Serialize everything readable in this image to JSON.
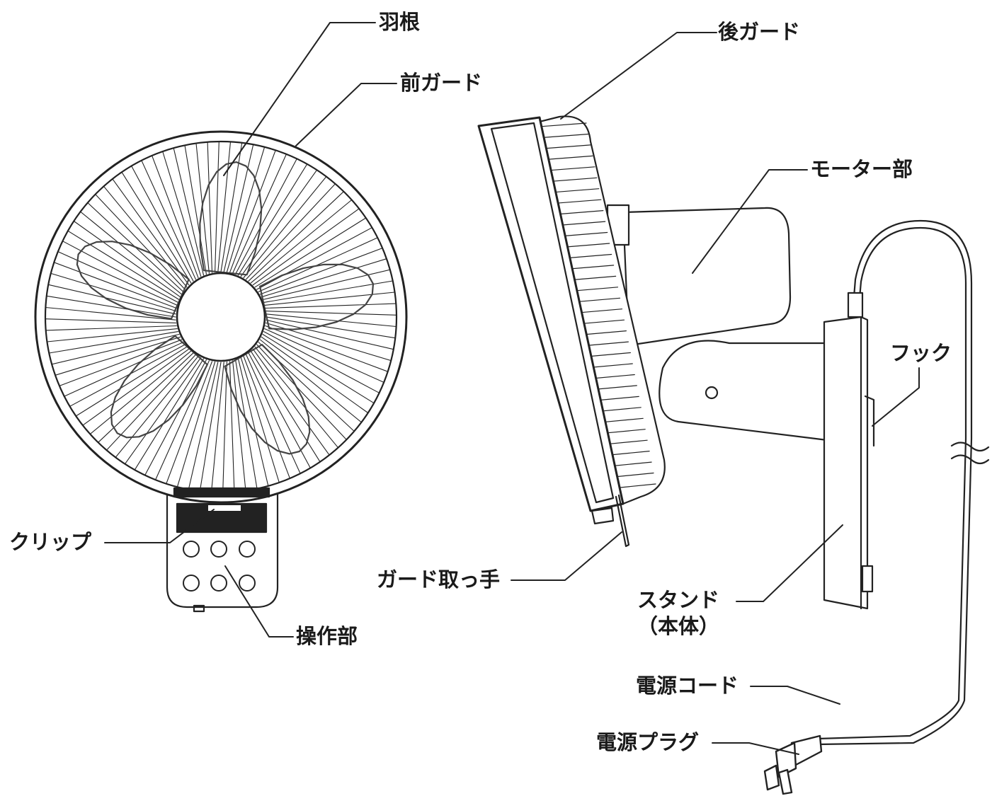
{
  "labels": {
    "blade": "羽根",
    "front_guard": "前ガード",
    "clip": "クリップ",
    "control_panel": "操作部",
    "rear_guard": "後ガード",
    "motor": "モーター部",
    "hook": "フック",
    "guard_handle": "ガード取っ手",
    "stand_line1": "スタンド",
    "stand_line2": "（本体）",
    "power_cord": "電源コード",
    "power_plug": "電源プラグ"
  }
}
